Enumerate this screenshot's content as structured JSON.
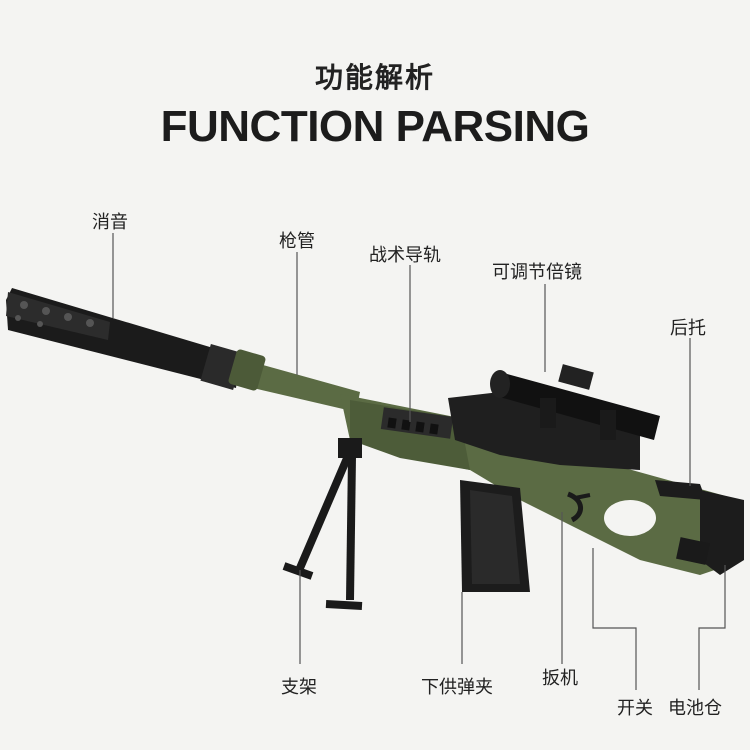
{
  "header": {
    "title_cn": "功能解析",
    "title_en": "FUNCTION PARSING"
  },
  "labels": {
    "silencer": "消音",
    "barrel": "枪管",
    "tactical_rail": "战术导轨",
    "scope": "可调节倍镜",
    "butt_stock": "后托",
    "bipod": "支架",
    "magazine": "下供弹夹",
    "trigger": "扳机",
    "switch": "开关",
    "battery": "电池仓"
  },
  "colors": {
    "background": "#f4f4f2",
    "body_green": "#5b6b44",
    "dark_metal": "#1b1b1b",
    "line": "#555555"
  }
}
